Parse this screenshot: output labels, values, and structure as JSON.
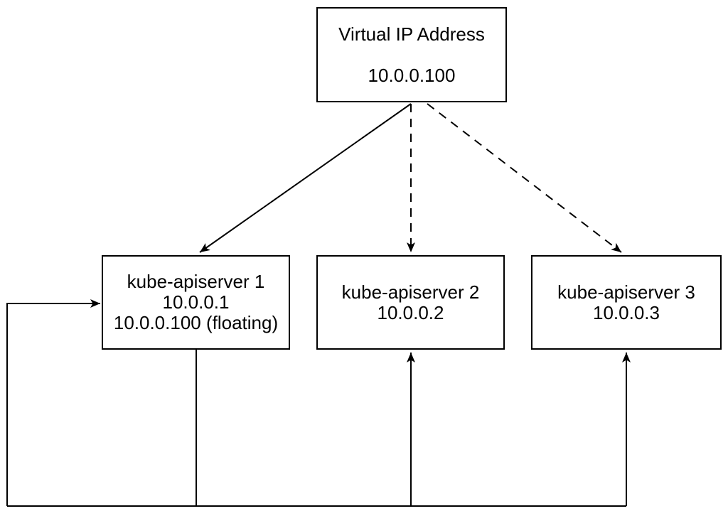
{
  "colors": {
    "stroke": "#000000",
    "background": "#ffffff",
    "text": "#000000"
  },
  "nodes": {
    "vip": {
      "lines": [
        "Virtual IP Address",
        "10.0.0.100"
      ]
    },
    "k1": {
      "lines": [
        "kube-apiserver 1",
        "10.0.0.1",
        "10.0.0.100 (floating)"
      ]
    },
    "k2": {
      "lines": [
        "kube-apiserver 2",
        "10.0.0.2"
      ]
    },
    "k3": {
      "lines": [
        "kube-apiserver 3",
        "10.0.0.3"
      ]
    }
  },
  "edges": [
    {
      "from": "vip",
      "to": "k1",
      "style": "solid",
      "arrow": "end"
    },
    {
      "from": "vip",
      "to": "k2",
      "style": "dashed",
      "arrow": "end"
    },
    {
      "from": "vip",
      "to": "k3",
      "style": "dashed",
      "arrow": "end"
    },
    {
      "from": "k1-bottom",
      "to": "k1-left",
      "style": "solid",
      "arrow": "end"
    },
    {
      "from": "k1-bottom",
      "to": "k2-bottom",
      "style": "solid",
      "arrow": "end"
    },
    {
      "from": "k1-bottom",
      "to": "k3-bottom",
      "style": "solid",
      "arrow": "end"
    }
  ]
}
